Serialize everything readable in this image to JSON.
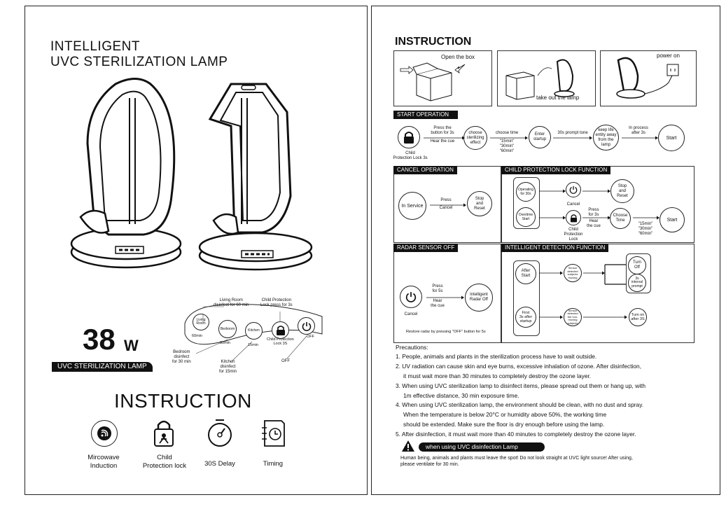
{
  "left_page": {
    "title_line1": "INTELLIGENT",
    "title_line2": "UVC STERILIZATION LAMP",
    "wattage_number": "38",
    "wattage_unit": "W",
    "product_badge": "UVC STERILIZATION LAMP",
    "panel": {
      "callout_living": "Living Room\ndisinfect for 60 min",
      "callout_child": "Child Protection\nLock press for 3s",
      "button_living": "Living\nRoom",
      "button_bedroom": "Bedroom",
      "button_kitchen": "Kitchen",
      "label_60min": "60min",
      "label_30min": "30min",
      "label_15min": "15min",
      "label_child_lock": "Child Protection\nLock 3S",
      "label_off_inline": "OFF",
      "callout_bedroom": "Bedroom\ndisinfect\nfor 30 min",
      "callout_kitchen": "Kitchen\ndisinfect\nfor 15min",
      "callout_off": "OFF"
    },
    "instruction_heading": "INSTRUCTION",
    "features": [
      {
        "icon": "microwave-induction-icon",
        "label": "Mircowave\nInduction"
      },
      {
        "icon": "child-lock-icon",
        "label": "Child\nProtection lock"
      },
      {
        "icon": "delay-icon",
        "label": "30S Delay"
      },
      {
        "icon": "timing-icon",
        "label": "Timing"
      }
    ]
  },
  "right_page": {
    "heading": "INSTRUCTION",
    "steps": {
      "open_box": "Open the box",
      "take_out": "take out the lamp",
      "power_on": "power on"
    },
    "start_operation": {
      "title": "START OPERATION",
      "lock_caption": "Child\nProtection Lock 3s",
      "press_text": "Press the\nbutton for 3s",
      "hear_text": "Hear the cue",
      "choose_effect": "choose\nsterilizing\neffect",
      "choose_time": "choose time",
      "time_options": "\"15min\"\n\"30min\"\n\"60min\"",
      "enter_startup": "Enter\nstartup",
      "prompt_tone": "30s prompt tone",
      "keep_away": "keep life\nentity away\nfrom the\nlamp",
      "in_process": "In process\nafter 3s",
      "start": "Start"
    },
    "cancel_operation": {
      "title": "CANCEL OPERATION",
      "in_service": "In Service",
      "press": "Press",
      "cancel": "Cancel",
      "stop_reset": "Stop\nand\nReset"
    },
    "child_lock_function": {
      "title": "CHILD PROTECTION  LOCK FUNCTION",
      "operating": "Operating\nfor 30s",
      "cancel": "Cancel",
      "stop_reset": "Stop\nand\nReset",
      "overtime": "Overtime\nStart",
      "press": "Press\nfor 3s",
      "hear": "Hear\nthe cue",
      "lock_caption": "Child\nProtection\nLock",
      "choose_time": "Choose\nTime",
      "time_options": "\"15min\"\n\"30min\"\n\"60min\"",
      "start": "Start"
    },
    "radar_sensor_off": {
      "title": "RADAR SENSOR OFF",
      "press": "Press\nfor 5s",
      "hear": "Hear\nthe cue",
      "cancel": "Cancel",
      "radar_off": "Intelligent\nRadar Off",
      "restore_note": "Restore radar by pressing \"OFF\" button for 5s"
    },
    "intelligent_detection": {
      "title": "INTELLIGENT DETECTION FUNCTION",
      "after_start": "After\nStart",
      "sensor_detected": "Sensor\ndetected\nsubjects\nmoving",
      "turn_off": "Turn\nOff",
      "interval_prompt": "3s\ninterval\nprompt",
      "first_3s": "First\n3s after\nstartup",
      "sensor_not_detected": "Sensor\ndetected\nthe non-\nmoving\nsubjects",
      "turn_on": "Turn on\nafter 3S"
    },
    "precautions_title": "Precautions:",
    "precautions": [
      "1. People, animals and plants in the sterilization process have to wait outside.",
      "2. UV radiation can cause skin and eye burns, excessive inhalation of ozone. After disinfection,",
      "   it must wait more than 30 minutes to completely destroy the ozone layer.",
      "3. When using UVC sterilization lamp to disinfect items, please spread out them or hang up, with",
      "   1m effective distance, 30 min exposure time.",
      "4. When using UVC sterilization lamp, the environment should be clean, with no dust and spray.",
      "   When the temperature is below 20°C or humidity above 50%, the working time",
      "   should be extended. Make sure the floor is dry enough before using the lamp.",
      "5. After disinfection, it must wait more than 40 minutes to completely destroy the ozone layer."
    ],
    "warning_banner": "when using UVC disinfection Lamp",
    "warning_text": "Human being, animals and plants must leave the spot! Do not look straight at UVC light source! After using,\nplease ventilate for 30 min."
  }
}
